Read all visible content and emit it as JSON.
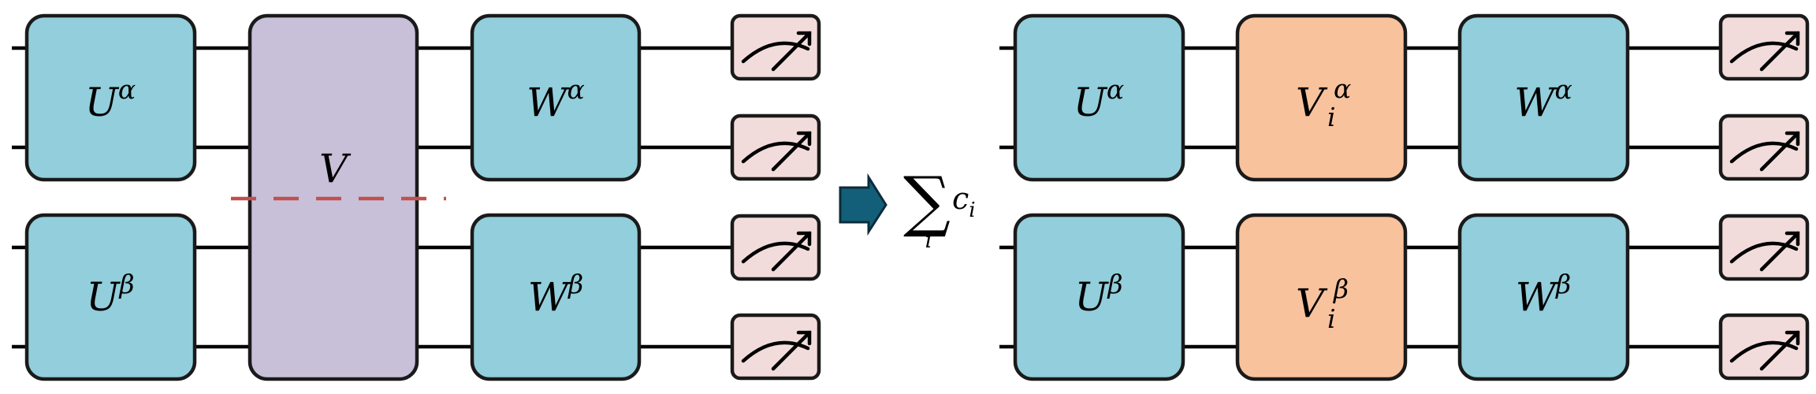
{
  "colors": {
    "unitary_blue": "#92cedb",
    "cut_gate_purple": "#c8c0d8",
    "sampled_gate_orange": "#f8c29d",
    "measurement_pink": "#f2dcdb",
    "cut_line_red": "#c0504d",
    "arrow_teal": "#135f79"
  },
  "left_circuit": {
    "gate_u_alpha": {
      "label": "U",
      "superscript": "α"
    },
    "gate_u_beta": {
      "label": "U",
      "superscript": "β"
    },
    "gate_v": {
      "label": "V"
    },
    "gate_w_alpha": {
      "label": "W",
      "superscript": "α"
    },
    "gate_w_beta": {
      "label": "W",
      "superscript": "β"
    },
    "meter_icon": "measurement-meter-icon"
  },
  "arrow_icon": "right-arrow-icon",
  "sum": {
    "symbol": "∑",
    "index": "i",
    "coefficient": "c",
    "coefficient_subscript": "i"
  },
  "right_circuit": {
    "gate_u_alpha": {
      "label": "U",
      "superscript": "α"
    },
    "gate_u_beta": {
      "label": "U",
      "superscript": "β"
    },
    "gate_v_alpha": {
      "label": "V",
      "superscript": "α",
      "subscript": "i"
    },
    "gate_v_beta": {
      "label": "V",
      "superscript": "β",
      "subscript": "i"
    },
    "gate_w_alpha": {
      "label": "W",
      "superscript": "α"
    },
    "gate_w_beta": {
      "label": "W",
      "superscript": "β"
    },
    "meter_icon": "measurement-meter-icon"
  }
}
